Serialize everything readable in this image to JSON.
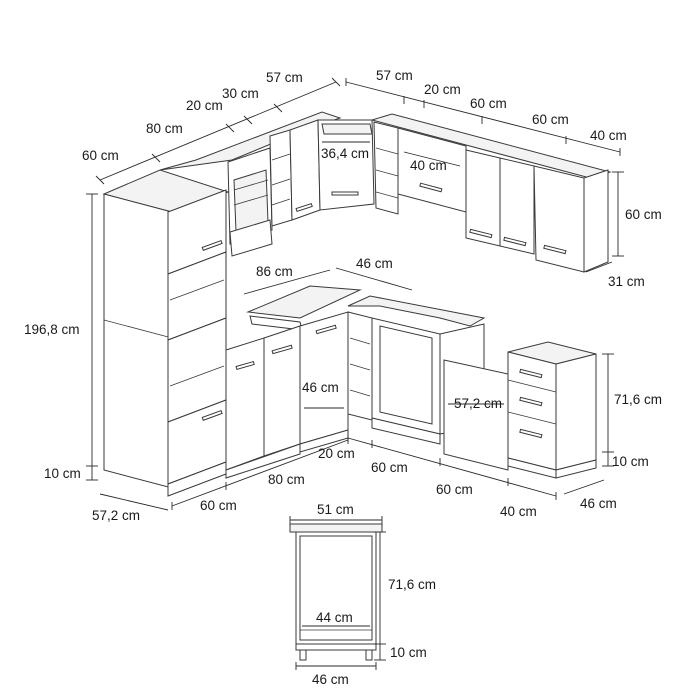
{
  "dimensions": {
    "top_left_1": "60 cm",
    "top_left_2": "80 cm",
    "top_left_3": "20 cm",
    "top_left_4": "30 cm",
    "top_left_5": "57 cm",
    "top_right_1": "57 cm",
    "top_right_2": "20 cm",
    "top_right_3": "60 cm",
    "top_right_4": "60 cm",
    "top_right_5": "40 cm",
    "corner_wall_width": "36,4 cm",
    "wall_cab_40": "40 cm",
    "wall_height": "60 cm",
    "wall_depth": "31 cm",
    "tall_height": "196,8 cm",
    "plinth_left": "10 cm",
    "tall_depth": "57,2 cm",
    "base_bottom_1": "60 cm",
    "base_bottom_2": "80 cm",
    "counter_corner": "86 cm",
    "counter_depth": "46 cm",
    "corner_base_inner": "46 cm",
    "right_bottom_1": "20 cm",
    "right_bottom_2": "60 cm",
    "right_bottom_3": "60 cm",
    "right_bottom_4": "40 cm",
    "right_depth": "46 cm",
    "dishwasher_depth": "57,2 cm",
    "base_height": "71,6 cm",
    "plinth_right": "10 cm",
    "detail_top": "51 cm",
    "detail_height": "71,6 cm",
    "detail_inner": "44 cm",
    "detail_plinth": "10 cm",
    "detail_bottom": "46 cm"
  }
}
